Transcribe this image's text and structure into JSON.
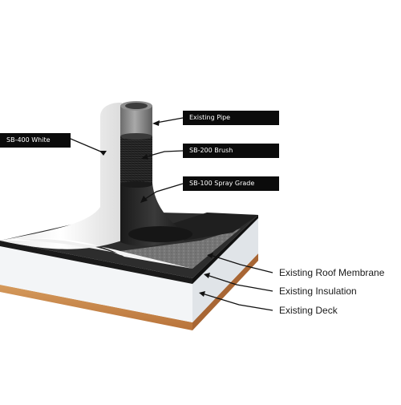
{
  "labels": {
    "existing_pipe": "Existing Pipe",
    "sb400": "SB-400 White",
    "sb200": "SB-200 Brush",
    "sb100": "SB-100 Spray Grade",
    "roof_membrane": "Existing Roof Membrane",
    "insulation": "Existing Insulation",
    "deck": "Existing Deck"
  },
  "colors": {
    "label_bg": "#0b0b0b",
    "label_text": "#ffffff",
    "membrane": "#2a2a2a",
    "insulation": "#f2f4f6",
    "deck": "#c98a4e",
    "coating_white": "#f4f4f4"
  }
}
